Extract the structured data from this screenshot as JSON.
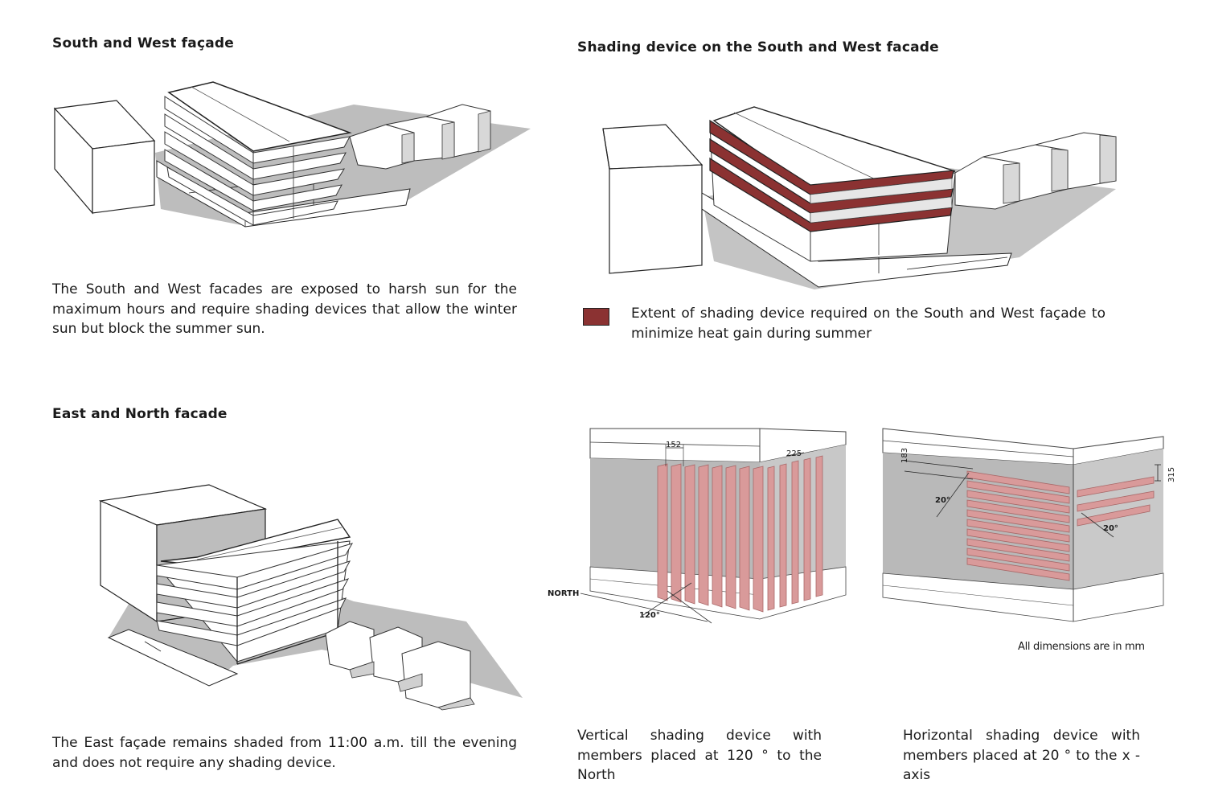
{
  "sections": {
    "south_west": {
      "title": "South and West façade",
      "caption": "The South and West facades are exposed to harsh sun for the maximum hours and require shading devices that allow the winter sun  but block the summer sun."
    },
    "shading_sw": {
      "title": "Shading device on the South and West facade",
      "legend_text": "Extent of shading device required on the South and West façade to minimize heat gain during summer",
      "legend_color": "#8b3232"
    },
    "east_north": {
      "title": "East and North facade",
      "caption": "The East façade remains shaded from 11:00 a.m. till the evening and does not require any shading device."
    },
    "vertical_device": {
      "caption": "Vertical shading device with members placed at 120 ° to the North",
      "labels": {
        "north": "NORTH",
        "angle": "120°",
        "dim_a": "152",
        "dim_b": "225"
      },
      "fin_color": "#d99a9a"
    },
    "horizontal_device": {
      "caption": "Horizontal shading device with members placed at 20 ° to the x - axis",
      "labels": {
        "angle_left": "20°",
        "angle_right": "20°",
        "dim_left": "183",
        "dim_right": "315"
      },
      "louver_color": "#d99a9a"
    },
    "note": "All dimensions are in mm"
  }
}
